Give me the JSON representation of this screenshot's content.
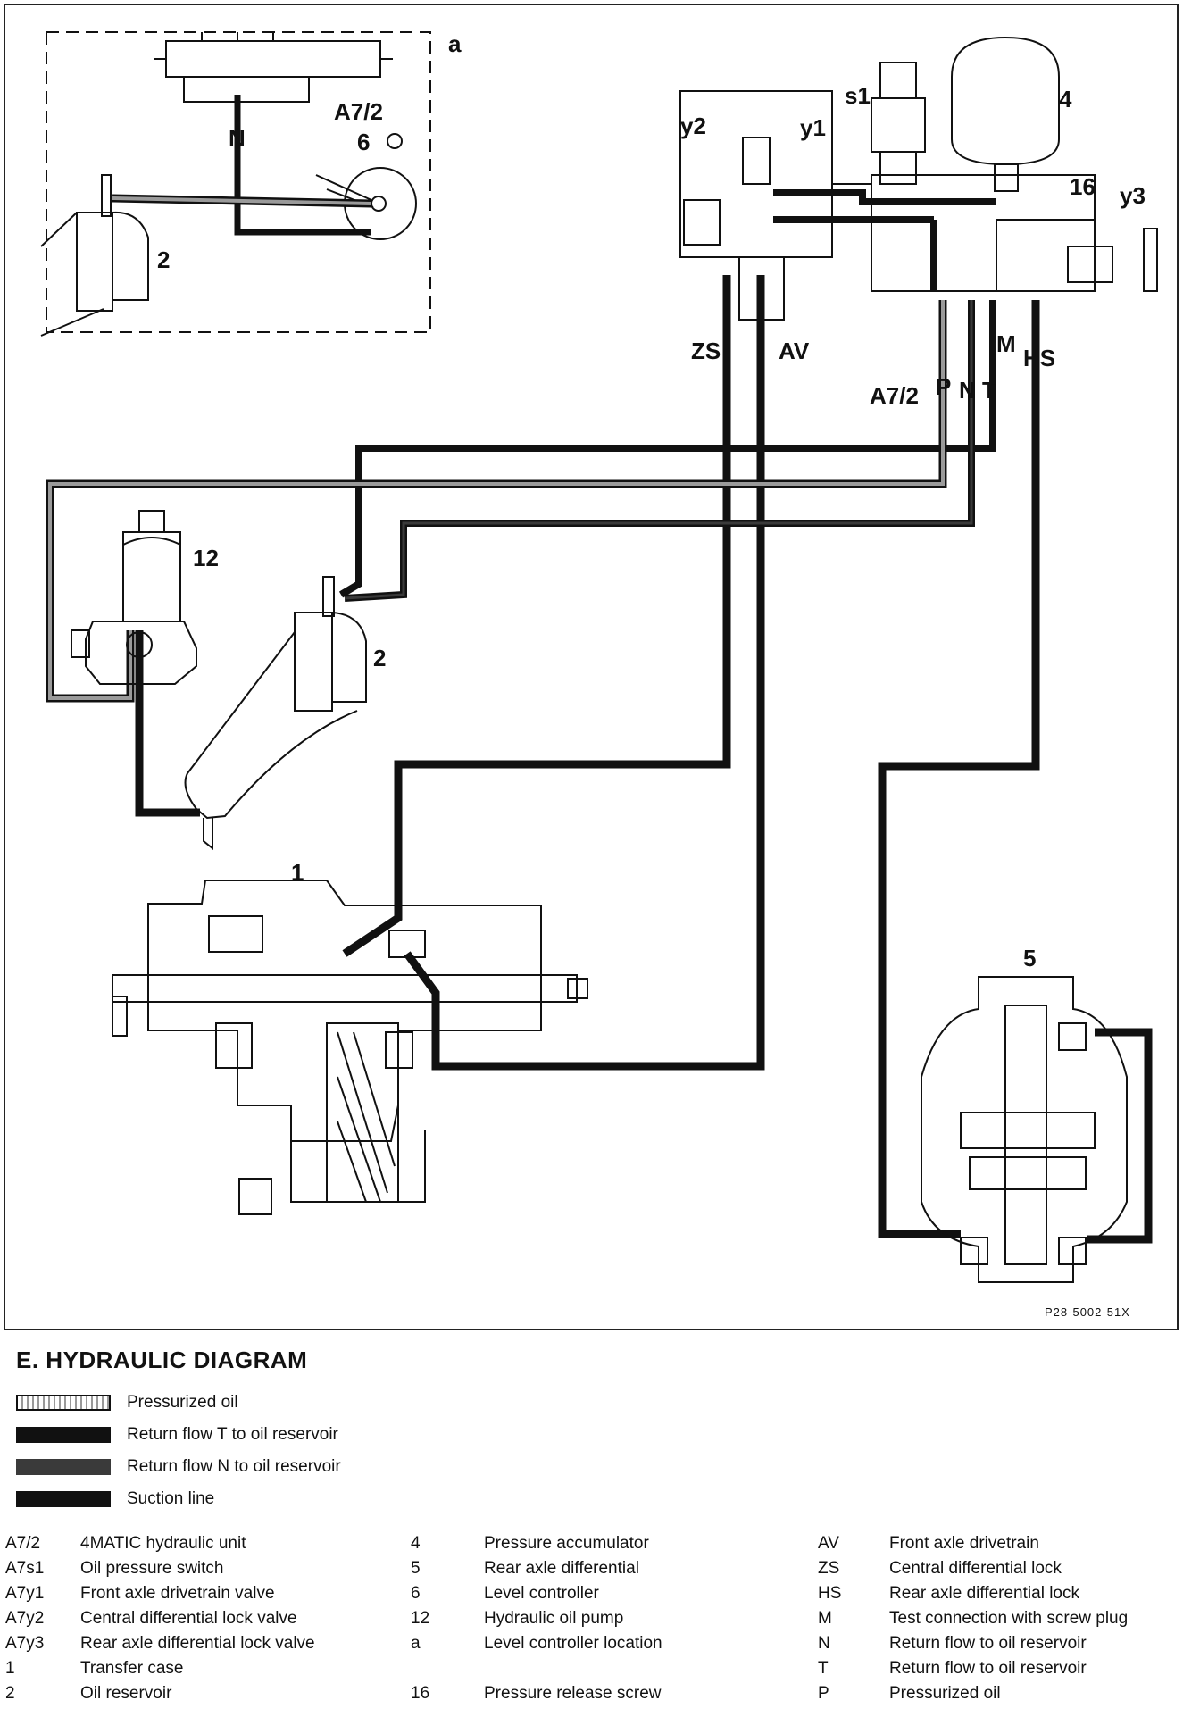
{
  "diagram": {
    "labels": {
      "a": "a",
      "a72_top": "A7/2",
      "n_top": "N",
      "six": "6",
      "two_top": "2",
      "s1": "s1",
      "four": "4",
      "y2": "y2",
      "y1": "y1",
      "sixteen": "16",
      "y3": "y3",
      "zs": "ZS",
      "av": "AV",
      "m": "M",
      "hs": "HS",
      "a72_mid": "A7/2",
      "p": "P",
      "n_mid": "N",
      "t": "T",
      "twelve": "12",
      "two_mid": "2",
      "one": "1",
      "five": "5"
    },
    "figure_id": "P28-5002-51X"
  },
  "section_title": "E.   HYDRAULIC DIAGRAM",
  "legend": [
    {
      "label": "Pressurized oil",
      "style": "pressurized"
    },
    {
      "label": "Return flow T to oil reservoir",
      "style": "return_t"
    },
    {
      "label": "Return flow N to oil reservoir",
      "style": "return_n"
    },
    {
      "label": "Suction line",
      "style": "suction"
    }
  ],
  "colors": {
    "line_dark": "#111111",
    "pressurized_fill": "#9a9a9a",
    "return_n_fill": "#3a3a3a"
  },
  "parts": {
    "col1": [
      {
        "code": "A7/2",
        "desc": "4MATIC hydraulic unit"
      },
      {
        "code": "A7s1",
        "desc": "Oil pressure switch"
      },
      {
        "code": "A7y1",
        "desc": "Front axle drivetrain valve"
      },
      {
        "code": "A7y2",
        "desc": "Central differential lock valve"
      },
      {
        "code": "A7y3",
        "desc": "Rear axle differential lock valve"
      },
      {
        "code": "1",
        "desc": "Transfer case"
      },
      {
        "code": "2",
        "desc": "Oil reservoir"
      }
    ],
    "col2": [
      {
        "code": "4",
        "desc": "Pressure accumulator"
      },
      {
        "code": "5",
        "desc": "Rear axle differential"
      },
      {
        "code": "6",
        "desc": "Level controller"
      },
      {
        "code": "12",
        "desc": "Hydraulic oil pump"
      },
      {
        "code": "a",
        "desc": "Level controller location"
      },
      {
        "code": "",
        "desc": ""
      },
      {
        "code": "16",
        "desc": "Pressure release screw"
      }
    ],
    "col3": [
      {
        "code": "AV",
        "desc": "Front axle drivetrain"
      },
      {
        "code": "ZS",
        "desc": "Central differential lock"
      },
      {
        "code": "HS",
        "desc": "Rear axle differential lock"
      },
      {
        "code": "M",
        "desc": "Test connection with screw plug"
      },
      {
        "code": "N",
        "desc": "Return flow to oil reservoir"
      },
      {
        "code": "T",
        "desc": "Return flow to oil reservoir"
      },
      {
        "code": "P",
        "desc": "Pressurized oil"
      }
    ]
  }
}
